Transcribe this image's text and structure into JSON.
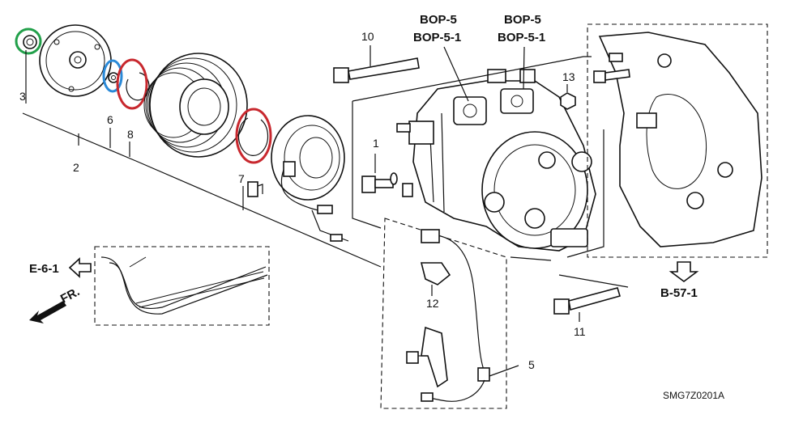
{
  "callouts": {
    "c1": "1",
    "c2": "2",
    "c3": "3",
    "c5": "5",
    "c6": "6",
    "c7": "7",
    "c8": "8",
    "c10": "10",
    "c11": "11",
    "c12": "12",
    "c13": "13"
  },
  "refs": {
    "bop5_a": "BOP-5",
    "bop51_a": "BOP-5-1",
    "bop5_b": "BOP-5",
    "bop51_b": "BOP-5-1",
    "e61": "E-6-1",
    "b571": "B-57-1",
    "fr": "FR."
  },
  "diagram_code": "SMG7Z0201A",
  "highlights": {
    "green": "#22a04a",
    "blue": "#2b8ad8",
    "red": "#c8282e"
  }
}
